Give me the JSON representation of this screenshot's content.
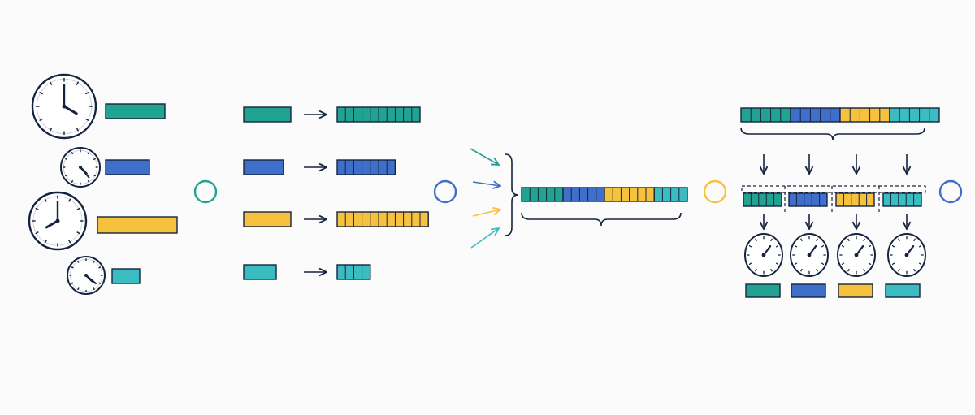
{
  "colors": {
    "teal": "#22a392",
    "blue": "#3f6fcb",
    "yellow": "#f6c13d",
    "cyan": "#3bbcc1",
    "ink": "#16233f"
  },
  "stages": [
    {
      "name": "variable-length-inputs",
      "sequences": [
        {
          "color": "teal",
          "clock": "large",
          "length": "long"
        },
        {
          "color": "blue",
          "clock": "small",
          "length": "short"
        },
        {
          "color": "yellow",
          "clock": "large",
          "length": "longest"
        },
        {
          "color": "cyan",
          "clock": "small",
          "length": "shortest"
        }
      ]
    },
    {
      "name": "tokenization",
      "token_counts": {
        "teal": 10,
        "blue": 7,
        "yellow": 11,
        "cyan": 4
      }
    },
    {
      "name": "concatenation",
      "packed_order": [
        "teal",
        "blue",
        "yellow",
        "cyan"
      ],
      "packed_token_counts": [
        5,
        5,
        6,
        4
      ]
    },
    {
      "name": "split-and-process",
      "group_count": 4,
      "segments": [
        "teal",
        "blue",
        "yellow",
        "cyan"
      ],
      "tokens_per_segment": 5
    }
  ],
  "separators": [
    "teal",
    "blue",
    "yellow",
    "blue"
  ],
  "icons": [
    "clock-icon",
    "arrow-right-icon",
    "arrow-down-icon",
    "curly-brace-icon",
    "gauge-icon"
  ]
}
